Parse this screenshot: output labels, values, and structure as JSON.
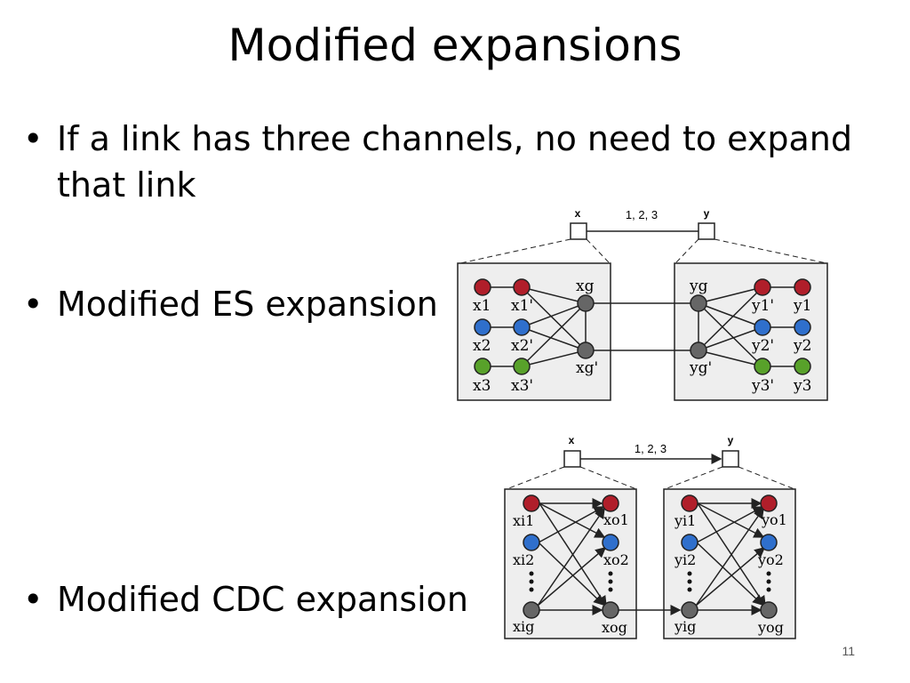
{
  "slide": {
    "title": "Modified expansions",
    "bullets": [
      {
        "marker": "•",
        "lines": [
          "If a link has three channels, no need to expand",
          "that link"
        ]
      },
      {
        "marker": "•",
        "lines": [
          "Modified ES expansion"
        ]
      },
      {
        "marker": "•",
        "lines": [
          "Modified CDC expansion"
        ]
      }
    ],
    "page_number": "11"
  },
  "figure_es": {
    "node_x": "x",
    "node_y": "y",
    "link_label": "1, 2, 3",
    "left": {
      "n1": "x1",
      "n1p": "x1'",
      "n2": "x2",
      "n2p": "x2'",
      "n3": "x3",
      "n3p": "x3'",
      "g": "xg",
      "gp": "xg'"
    },
    "right": {
      "n1": "y1",
      "n1p": "y1'",
      "n2": "y2",
      "n2p": "y2'",
      "n3": "y3",
      "n3p": "y3'",
      "g": "yg",
      "gp": "yg'"
    }
  },
  "figure_cdc": {
    "node_x": "x",
    "node_y": "y",
    "link_label": "1, 2, 3",
    "left": {
      "i1": "xi1",
      "i2": "xi2",
      "ig": "xig",
      "o1": "xo1",
      "o2": "xo2",
      "og": "xog"
    },
    "right": {
      "i1": "yi1",
      "i2": "yi2",
      "ig": "yig",
      "o1": "yo1",
      "o2": "yo2",
      "og": "yog"
    }
  },
  "colors": {
    "red": "#b01e2a",
    "blue": "#2f6fcc",
    "green": "#58a12a",
    "gray": "#666666",
    "box": "#eeeeee"
  }
}
